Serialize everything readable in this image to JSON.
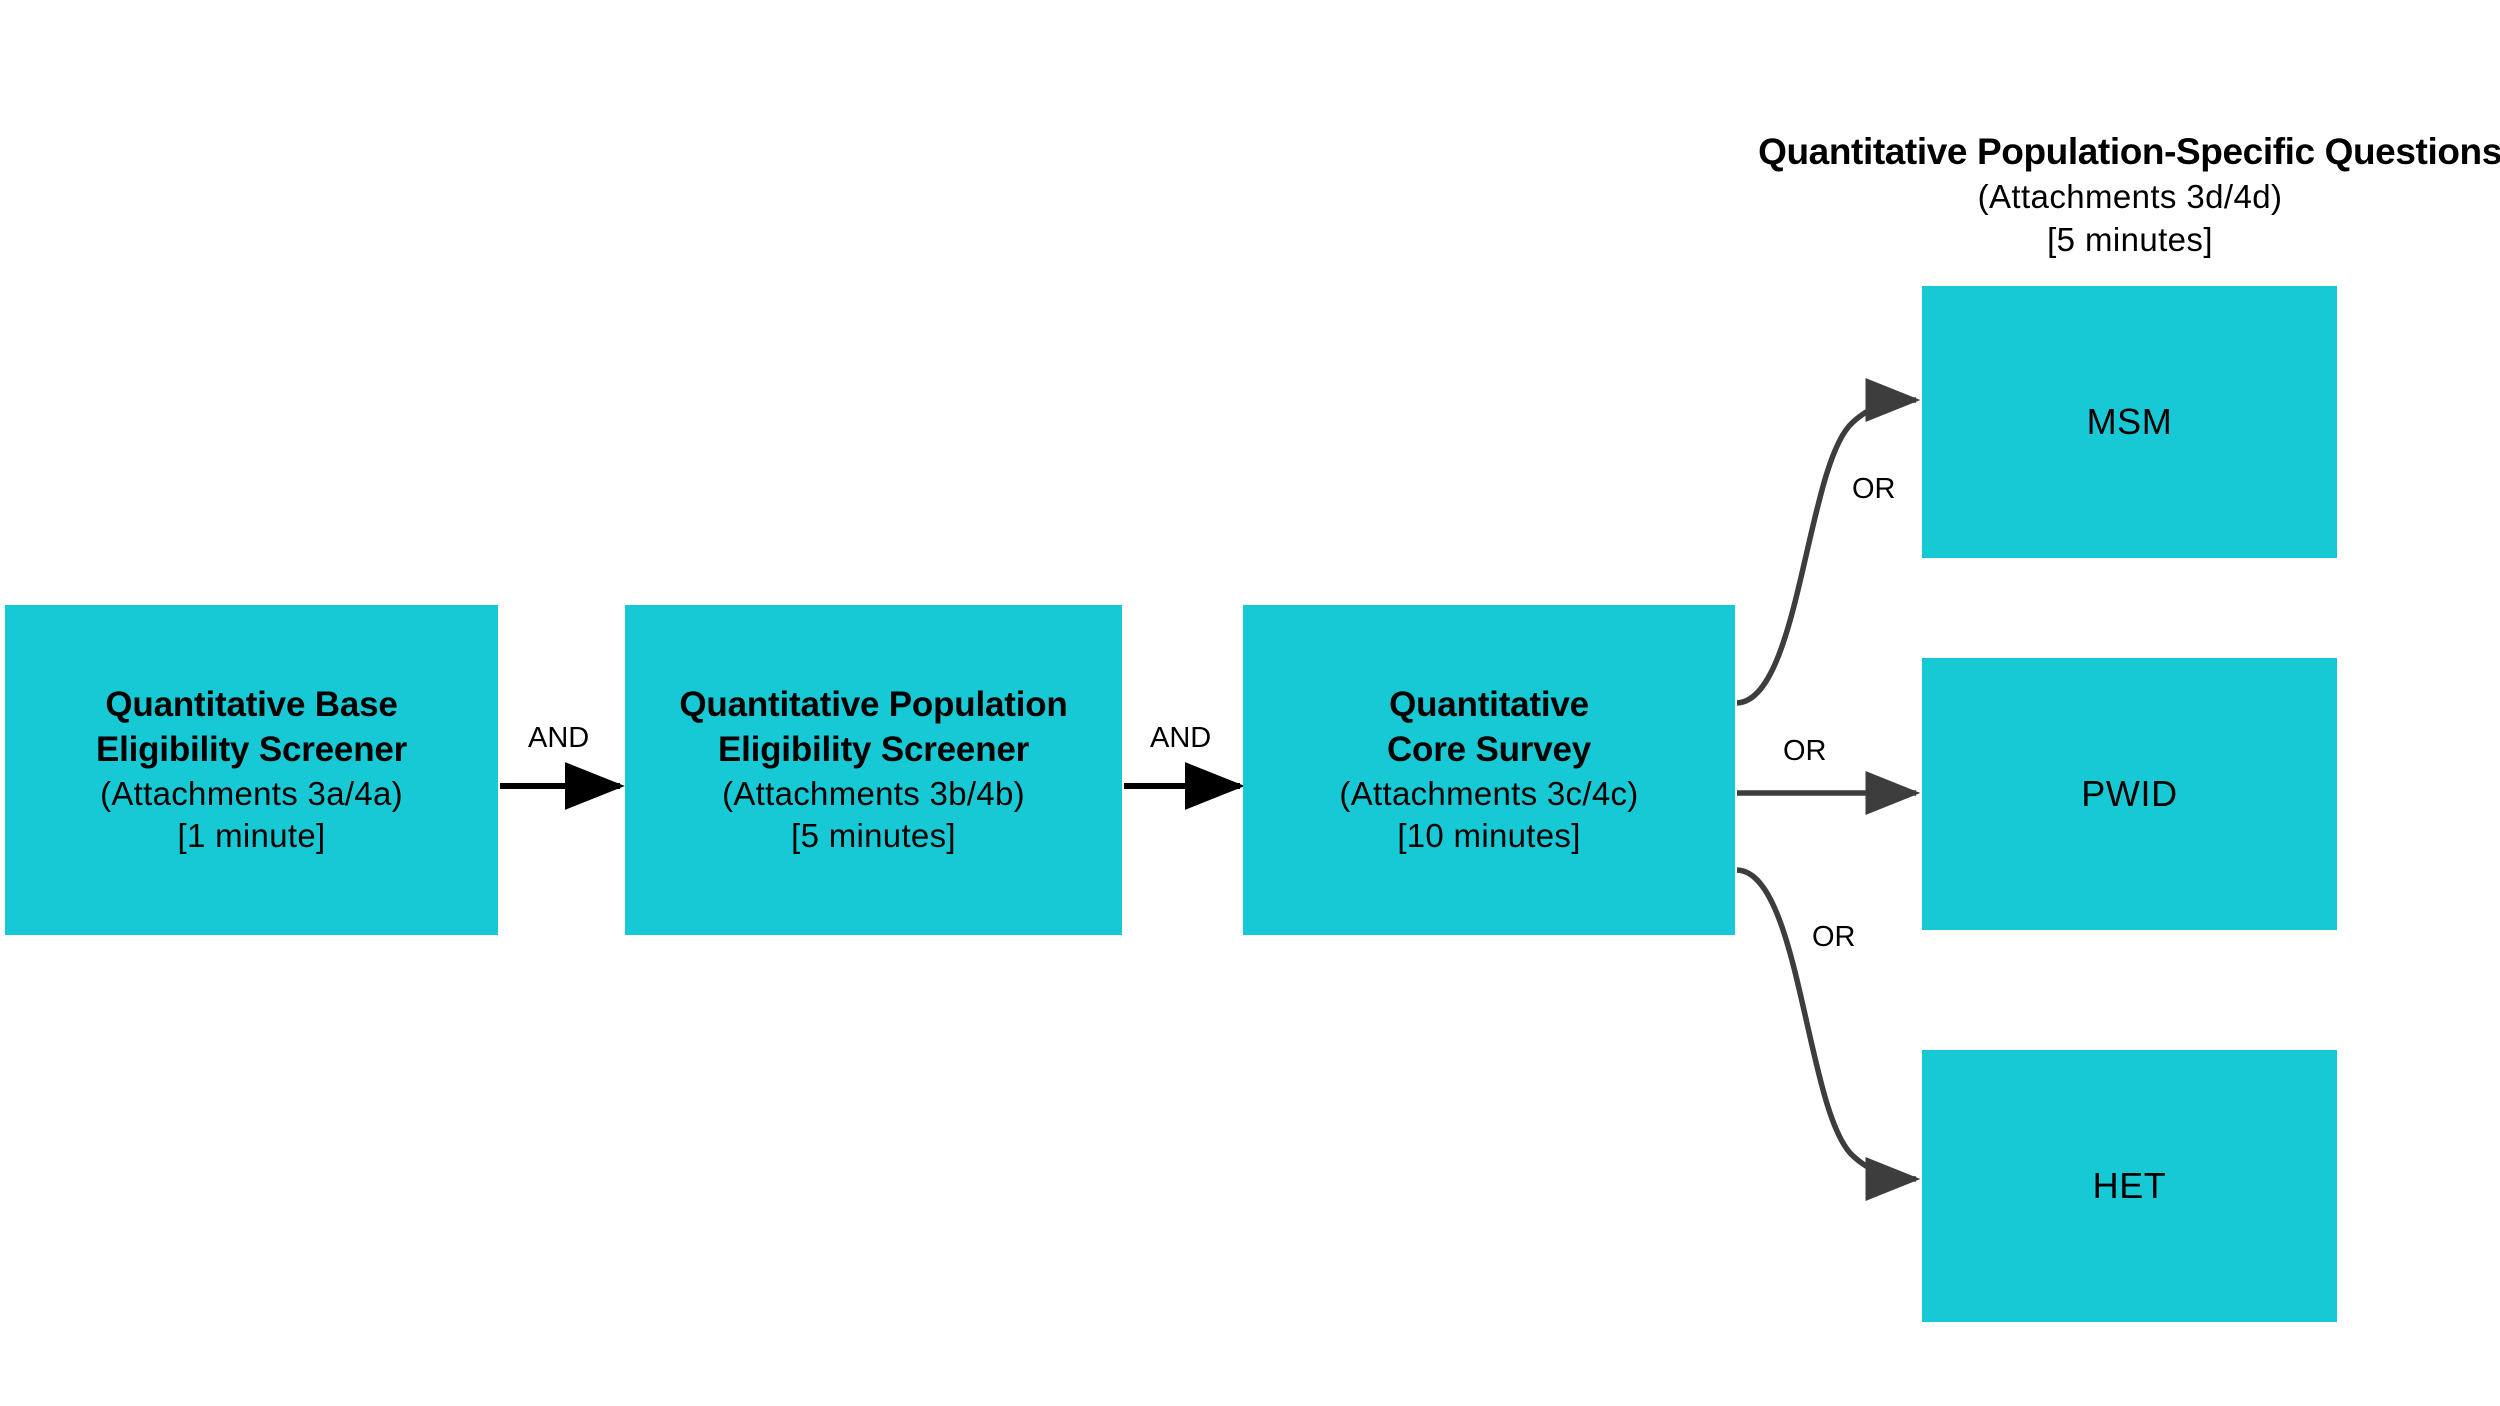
{
  "diagram": {
    "type": "flowchart",
    "background_color": "#ffffff",
    "box_fill_color": "#17C9D4",
    "text_color": "#000000",
    "connector_color": "#404040",
    "heading": {
      "title": "Quantitative Population-Specific Questions",
      "attachments": "(Attachments 3d/4d)",
      "duration": "[5 minutes]"
    },
    "nodes": [
      {
        "id": "base-eligibility-screener",
        "title_line1": "Quantitative Base",
        "title_line2": "Eligibility Screener",
        "attachments": "(Attachments 3a/4a)",
        "duration": "[1 minute]"
      },
      {
        "id": "population-eligibility-screener",
        "title_line1": "Quantitative Population",
        "title_line2": "Eligibility Screener",
        "attachments": "(Attachments 3b/4b)",
        "duration": "[5 minutes]"
      },
      {
        "id": "core-survey",
        "title_line1": "Quantitative",
        "title_line2": "Core Survey",
        "attachments": "(Attachments 3c/4c)",
        "duration": "[10 minutes]"
      },
      {
        "id": "msm",
        "title_line1": "MSM"
      },
      {
        "id": "pwid",
        "title_line1": "PWID"
      },
      {
        "id": "het",
        "title_line1": "HET"
      }
    ],
    "edges": [
      {
        "id": "base-to-population",
        "label": "AND",
        "from": "base-eligibility-screener",
        "to": "population-eligibility-screener",
        "style": "straight-arrow"
      },
      {
        "id": "population-to-core",
        "label": "AND",
        "from": "population-eligibility-screener",
        "to": "core-survey",
        "style": "straight-arrow"
      },
      {
        "id": "core-to-msm",
        "label": "OR",
        "from": "core-survey",
        "to": "msm",
        "style": "curved-arrow-up"
      },
      {
        "id": "core-to-pwid",
        "label": "OR",
        "from": "core-survey",
        "to": "pwid",
        "style": "straight-arrow"
      },
      {
        "id": "core-to-het",
        "label": "OR",
        "from": "core-survey",
        "to": "het",
        "style": "curved-arrow-down"
      }
    ]
  }
}
